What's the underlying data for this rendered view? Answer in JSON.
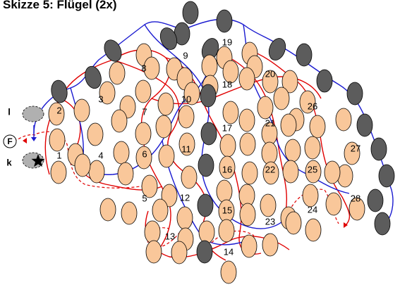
{
  "title": "Skizze 5: Flügel (2x)",
  "colors": {
    "bead": "#f9c79a",
    "dark_bead": "#5c5c5c",
    "grey_bead": "#b0b0b0",
    "red_thread": "#e00000",
    "blue_thread": "#1a1ad0",
    "outline": "#000000"
  },
  "side_labels": {
    "l": "l",
    "k": "k",
    "F": "F"
  },
  "numbers": [
    "1",
    "2",
    "3",
    "4",
    "5",
    "6",
    "7",
    "8",
    "9",
    "10",
    "11",
    "12",
    "13",
    "14",
    "15",
    "16",
    "17",
    "18",
    "19",
    "20",
    "21",
    "22",
    "23",
    "24",
    "25",
    "26",
    "27",
    "28"
  ],
  "icons": [
    "star-icon",
    "arrow-icon"
  ]
}
